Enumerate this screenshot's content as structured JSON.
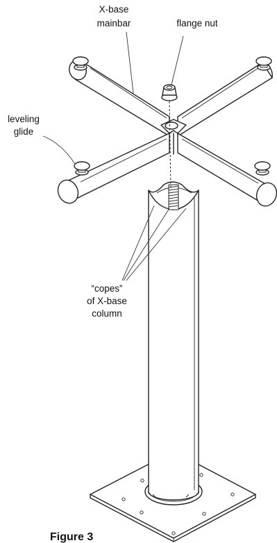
{
  "labels": {
    "xbase_mainbar_line1": "X-base",
    "xbase_mainbar_line2": "mainbar",
    "flange_nut": "flange nut",
    "leveling_line1": "leveling",
    "leveling_line2": "glide",
    "copes_line1": "“copes”",
    "copes_line2": "of X-base",
    "copes_line3": "column"
  },
  "caption": "Figure 3"
}
